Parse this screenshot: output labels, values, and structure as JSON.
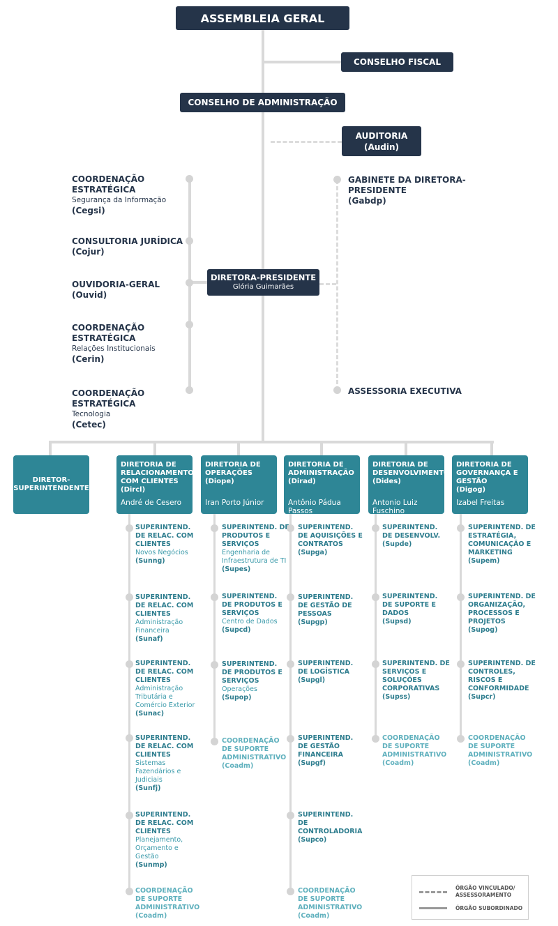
{
  "top": {
    "assembleia": "ASSEMBLEIA GERAL",
    "conselho_fiscal": "CONSELHO FISCAL",
    "conselho_adm": "CONSELHO DE ADMINISTRAÇÃO",
    "auditoria_title": "AUDITORIA",
    "auditoria_abbr": "(Audin)"
  },
  "presidency": {
    "title": "DIRETORA-PRESIDENTE",
    "person": "Glória Guimarães"
  },
  "left_staff": [
    {
      "title": "COORDENAÇÃO ESTRATÉGICA",
      "sub": "Segurança da Informação",
      "abbr": "(Cegsi)"
    },
    {
      "title": "CONSULTORIA JURÍDICA",
      "sub": "",
      "abbr": "(Cojur)"
    },
    {
      "title": "OUVIDORIA-GERAL",
      "sub": "",
      "abbr": "(Ouvid)"
    },
    {
      "title": "COORDENAÇÃO ESTRATÉGICA",
      "sub": "Relações Institucionais",
      "abbr": "(Cerin)"
    },
    {
      "title": "COORDENAÇÃO ESTRATÉGICA",
      "sub": "Tecnologia",
      "abbr": "(Cetec)"
    }
  ],
  "right_staff": [
    {
      "title": "GABINETE DA DIRETORA-PRESIDENTE",
      "abbr": "(Gabdp)"
    },
    {
      "title": "ASSESSORIA EXECUTIVA",
      "abbr": ""
    }
  ],
  "directorates": [
    {
      "title": "DIRETOR-SUPERINTENDENTE",
      "abbr": "",
      "person": ""
    },
    {
      "title": "DIRETORIA DE RELACIONAMENTO COM CLIENTES",
      "abbr": "(Dircl)",
      "person": "André de Cesero"
    },
    {
      "title": "DIRETORIA DE OPERAÇÕES",
      "abbr": "(Diope)",
      "person": "Iran Porto Júnior"
    },
    {
      "title": "DIRETORIA DE ADMINISTRAÇÃO",
      "abbr": "(Dirad)",
      "person": "Antônio Pádua Passos"
    },
    {
      "title": "DIRETORIA DE DESENVOLVIMENTO",
      "abbr": "(Dides)",
      "person": "Antonio Luiz Fuschino"
    },
    {
      "title": "DIRETORIA DE GOVERNANÇA E GESTÃO",
      "abbr": "(Digog)",
      "person": "Izabel Freitas"
    }
  ],
  "col_dircl": [
    {
      "title": "SUPERINTEND. DE RELAC. COM CLIENTES",
      "desc": "Novos Negócios",
      "abbr": "(Sunng)"
    },
    {
      "title": "SUPERINTEND. DE RELAC. COM CLIENTES",
      "desc": "Administração Financeira",
      "abbr": "(Sunaf)"
    },
    {
      "title": "SUPERINTEND. DE RELAC. COM CLIENTES",
      "desc": "Administração Tributária e Comércio Exterior",
      "abbr": "(Sunac)"
    },
    {
      "title": "SUPERINTEND. DE RELAC. COM CLIENTES",
      "desc": "Sistemas Fazendários e Judiciais",
      "abbr": "(Sunfj)"
    },
    {
      "title": "SUPERINTEND. DE RELAC. COM CLIENTES",
      "desc": "Planejamento, Orçamento e Gestão",
      "abbr": "(Sunmp)"
    }
  ],
  "col_diope": [
    {
      "title": "SUPERINTEND. DE PRODUTOS E SERVIÇOS",
      "desc": "Engenharia de Infraestrutura de TI",
      "abbr": "(Supes)"
    },
    {
      "title": "SUPERINTEND. DE PRODUTOS E SERVIÇOS",
      "desc": "Centro de Dados",
      "abbr": "(Supcd)"
    },
    {
      "title": "SUPERINTEND. DE PRODUTOS E SERVIÇOS",
      "desc": "Operações",
      "abbr": "(Supop)"
    }
  ],
  "col_dirad": [
    {
      "title": "SUPERINTEND. DE AQUISIÇÕES E CONTRATOS",
      "desc": "",
      "abbr": "(Supga)"
    },
    {
      "title": "SUPERINTEND. DE GESTÃO DE PESSOAS",
      "desc": "",
      "abbr": "(Supgp)"
    },
    {
      "title": "SUPERINTEND. DE LOGÍSTICA",
      "desc": "",
      "abbr": "(Supgl)"
    },
    {
      "title": "SUPERINTEND. DE GESTÃO FINANCEIRA",
      "desc": "",
      "abbr": "(Supgf)"
    },
    {
      "title": "SUPERINTEND. DE CONTROLADORIA",
      "desc": "",
      "abbr": "(Supco)"
    }
  ],
  "col_dides": [
    {
      "title": "SUPERINTEND. DE DESENVOLV.",
      "desc": "",
      "abbr": "(Supde)"
    },
    {
      "title": "SUPERINTEND. DE SUPORTE E DADOS",
      "desc": "",
      "abbr": "(Supsd)"
    },
    {
      "title": "SUPERINTEND. DE SERVIÇOS E SOLUÇÕES CORPORATIVAS",
      "desc": "",
      "abbr": "(Supss)"
    }
  ],
  "col_digog": [
    {
      "title": "SUPERINTEND. DE ESTRATÉGIA, COMUNICAÇÃO E MARKETING",
      "desc": "",
      "abbr": "(Supem)"
    },
    {
      "title": "SUPERINTEND. DE ORGANIZAÇÃO, PROCESSOS E PROJETOS",
      "desc": "",
      "abbr": "(Supog)"
    },
    {
      "title": "SUPERINTEND. DE CONTROLES, RISCOS E CONFORMIDADE",
      "desc": "",
      "abbr": "(Supcr)"
    }
  ],
  "coadm": {
    "title": "COORDENAÇÃO DE SUPORTE ADMINISTRATIVO",
    "abbr": "(Coadm)"
  },
  "legend": {
    "dashed": "ÓRGÃO VINCULADO/ ASSESSORAMENTO",
    "solid": "ÓRGÃO SUBORDINADO"
  },
  "colors": {
    "navy": "#253449",
    "teal": "#2e8696",
    "teal_light": "#5fb0bd",
    "line": "#d9d9d9"
  }
}
